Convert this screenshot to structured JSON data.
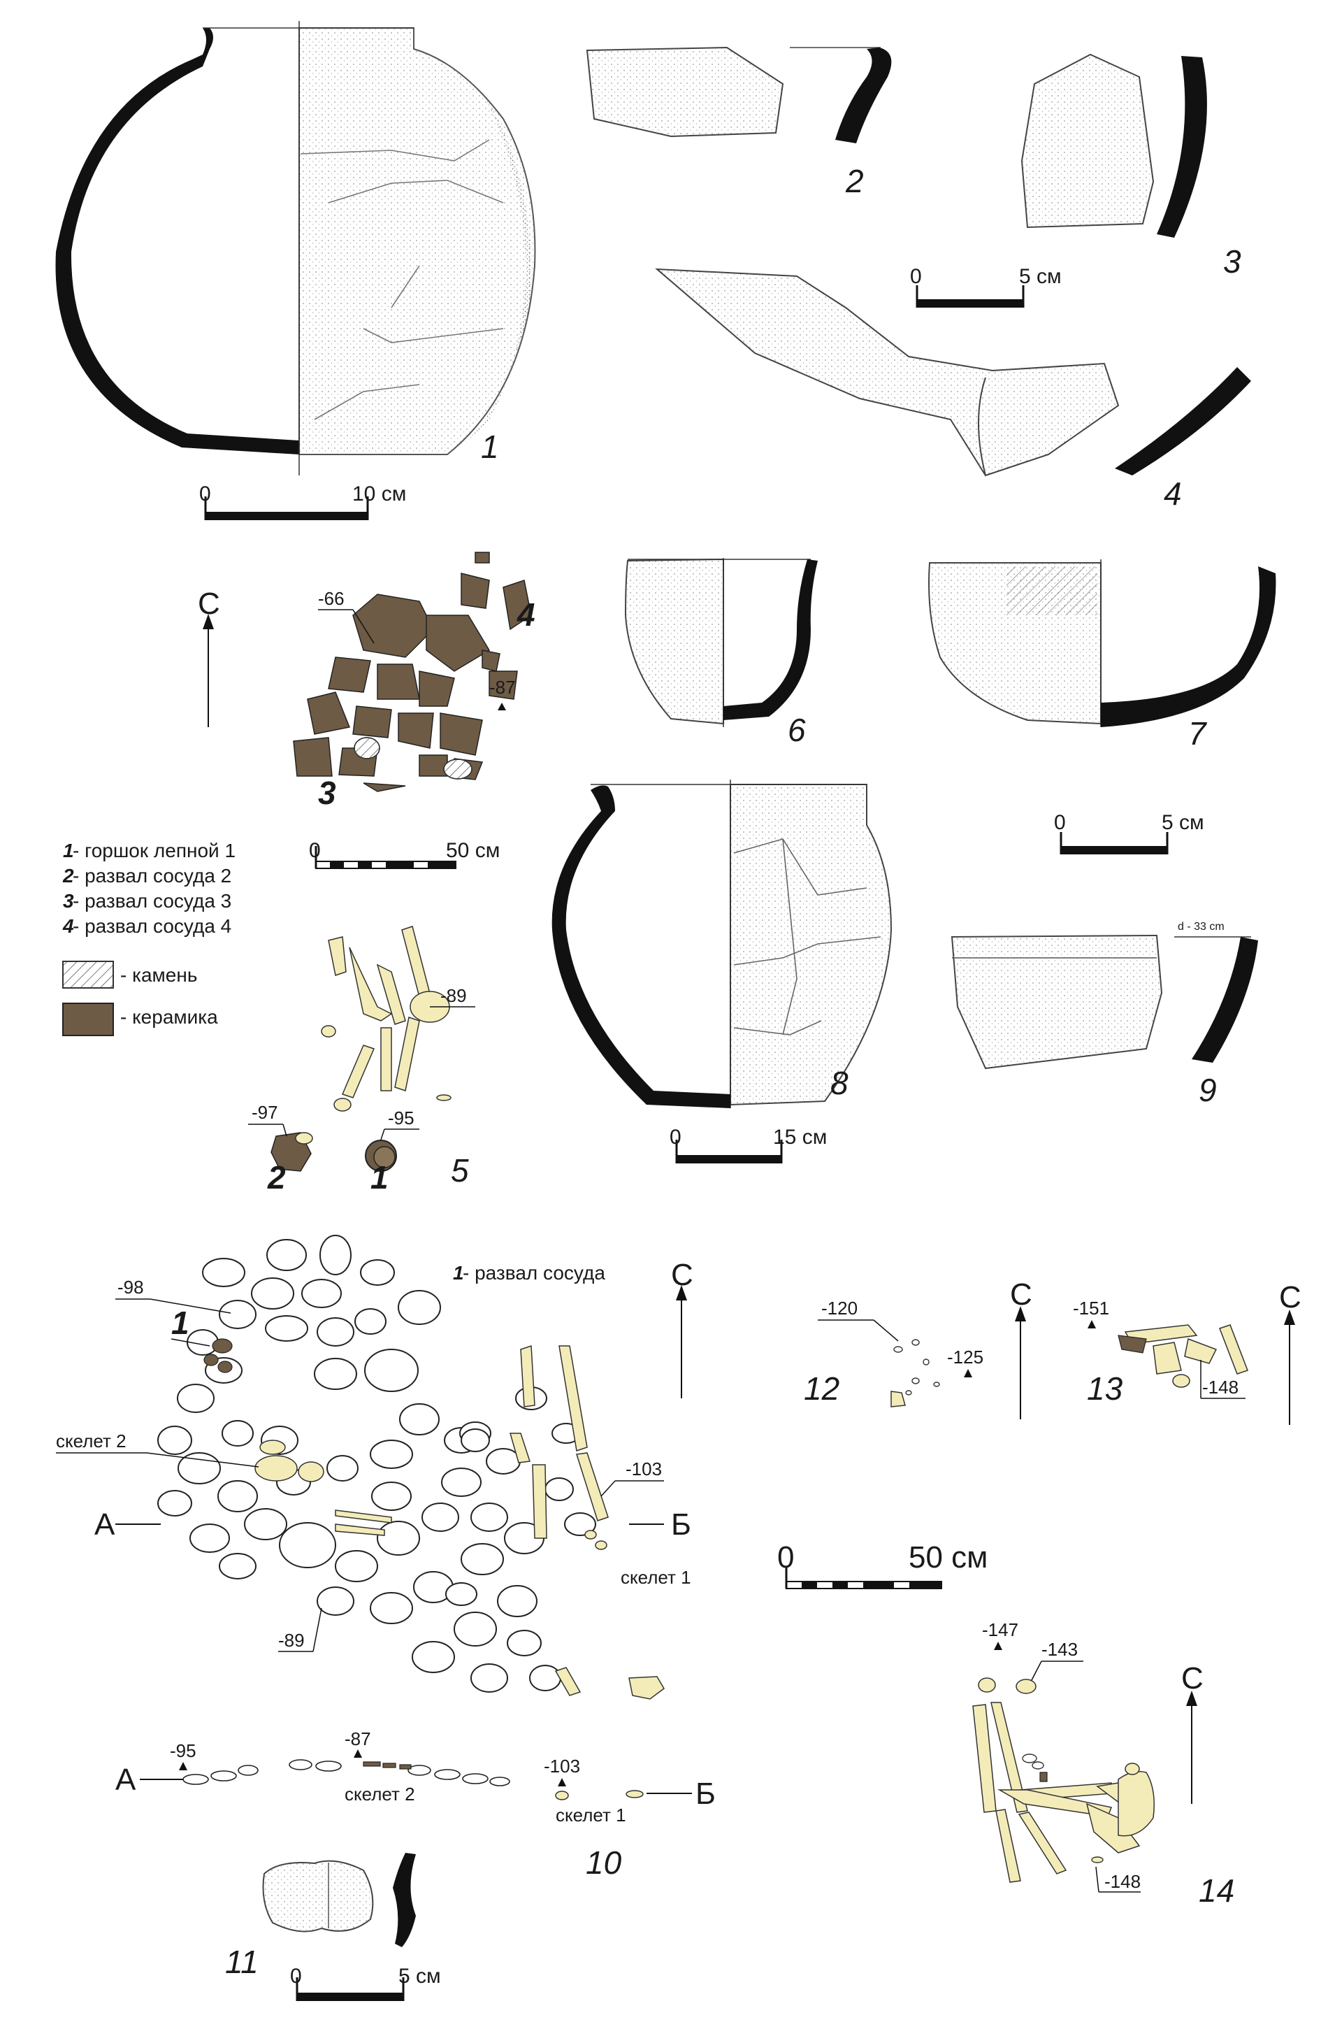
{
  "colors": {
    "ceramic": "#6e5b45",
    "bone": "#f4ecb8",
    "profile": "#111111",
    "stone_outline": "#222222",
    "stipple": "#b5b5b5"
  },
  "figures": {
    "f1": "1",
    "f2": "2",
    "f3": "3",
    "f4": "4",
    "f5": "5",
    "f6": "6",
    "f7": "7",
    "f8": "8",
    "f9": "9",
    "f10": "10",
    "f11": "11",
    "f12": "12",
    "f13": "13",
    "f14": "14"
  },
  "scales": {
    "zero": "0",
    "s10cm": "10 см",
    "s5cm": "5 см",
    "s50cm": "50 см",
    "s15cm": "15 см"
  },
  "north": "С",
  "legend": {
    "items": [
      {
        "num": "1",
        "text": " - горшок лепной 1"
      },
      {
        "num": "2",
        "text": " - развал сосуда 2"
      },
      {
        "num": "3",
        "text": " - развал сосуда 3"
      },
      {
        "num": "4",
        "text": " - развал сосуда 4"
      }
    ],
    "stone": "- камень",
    "ceramic": "- керамика"
  },
  "fig5": {
    "depth_66": "-66",
    "depth_87": "-87",
    "depth_89": "-89",
    "depth_97": "-97",
    "depth_95": "-95",
    "lbl_1": "1",
    "lbl_2": "2",
    "lbl_3": "3",
    "lbl_4": "4"
  },
  "fig9": {
    "diameter": "d - 33 cm"
  },
  "fig10": {
    "legend_num": "1",
    "legend_text": " - развал сосуда",
    "depth_98": "-98",
    "depth_103": "-103",
    "depth_89": "-89",
    "depth_95": "-95",
    "depth_87": "-87",
    "depth_103b": "-103",
    "lbl_1": "1",
    "skeleton2": "скелет 2",
    "skeleton1": "скелет 1",
    "a": "А",
    "b": "Б"
  },
  "fig12": {
    "depth_120": "-120",
    "depth_125": "-125"
  },
  "fig13": {
    "depth_151": "-151",
    "depth_148": "-148"
  },
  "fig14": {
    "depth_147": "-147",
    "depth_143": "-143",
    "depth_148": "-148"
  }
}
